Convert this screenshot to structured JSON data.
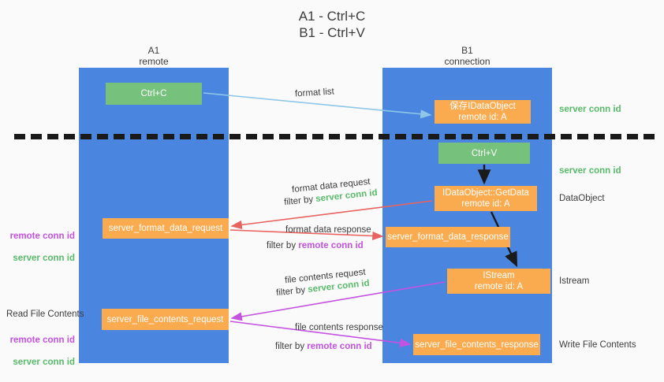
{
  "title": "A1 - Ctrl+C\nB1 - Ctrl+V",
  "lanes": [
    {
      "name": "A1",
      "label": "A1\nremote"
    },
    {
      "name": "B1",
      "label": "B1\nconnection"
    }
  ],
  "nodes": {
    "ctrl_c": "Ctrl+C",
    "save_idataobject": "保存IDataObject\nremote id: A",
    "ctrl_v": "Ctrl+V",
    "getdata": "IDataObject::GetData\nremote id: A",
    "istream": "IStream\nremote id: A",
    "server_format_data_request": "server_format_data_request",
    "server_format_data_response": "server_format_data_response",
    "server_file_contents_request": "server_file_contents_request",
    "server_file_contents_response": "server_file_contents_response"
  },
  "edge_labels": {
    "format_list": "format list",
    "format_data_request": "format data request",
    "format_data_request_filter_prefix": "filter by ",
    "format_data_request_filter_key": "server conn id",
    "format_data_response": "format data response",
    "format_data_response_filter_prefix": "filter by ",
    "format_data_response_filter_key": "remote conn id",
    "file_contents_request": "file contents request",
    "file_contents_request_filter_prefix": "filter by ",
    "file_contents_request_filter_key": "server conn id",
    "file_contents_response": "file contents response",
    "file_contents_response_filter_prefix": "filter by ",
    "file_contents_response_filter_key": "remote conn id"
  },
  "annotations": {
    "right_server_conn_id_top": "server conn id",
    "right_server_conn_id_mid": "server conn id",
    "dataobject": "DataObject",
    "istream": "Istream",
    "write_file_contents": "Write File Contents",
    "read_file_contents": "Read File Contents",
    "remote_conn_id": "remote conn id",
    "server_conn_id": "server conn id"
  },
  "colors": {
    "lane": "#4a86e0",
    "green_node": "#76c17c",
    "orange_node": "#fbab4f",
    "green_text": "#57bb69",
    "purple_text": "#c552e0",
    "red_arrow": "#e8635f",
    "magenta_arrow": "#c552e0",
    "blue_arrow": "#8ec7e8",
    "black_arrow": "#1a1a1a",
    "background": "#fafafa"
  }
}
